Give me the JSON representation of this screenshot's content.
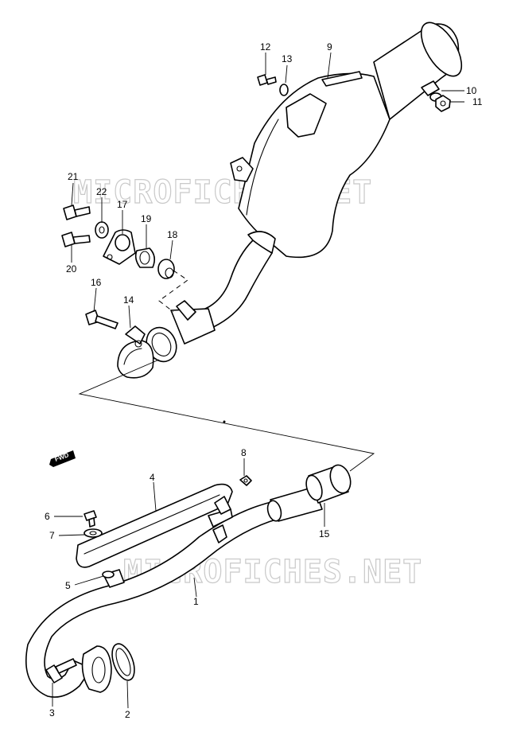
{
  "watermark": "MICROFICHES.NET",
  "fwd_label": "FWD",
  "callouts": {
    "c1": "1",
    "c2": "2",
    "c3": "3",
    "c4": "4",
    "c5": "5",
    "c6": "6",
    "c7": "7",
    "c8": "8",
    "c9": "9",
    "c10": "10",
    "c11": "11",
    "c12": "12",
    "c13": "13",
    "c14": "14",
    "c15": "15",
    "c16": "16",
    "c17": "17",
    "c18": "18",
    "c19": "19",
    "c20": "20",
    "c21": "21",
    "c22": "22"
  },
  "colors": {
    "line": "#000000",
    "background": "#ffffff",
    "watermark": "#c9c9c9"
  }
}
